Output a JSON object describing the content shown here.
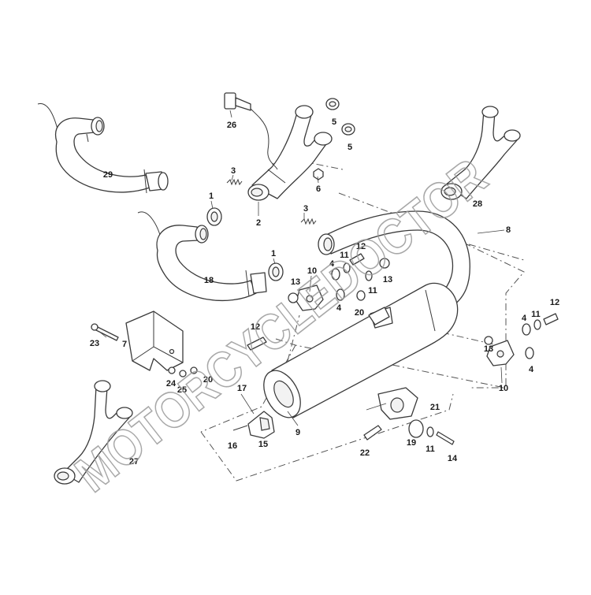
{
  "watermark": "MOTORCYCLEDOCTOR",
  "callouts": [
    "1",
    "1",
    "2",
    "3",
    "3",
    "4",
    "4",
    "4",
    "4",
    "5",
    "5",
    "6",
    "7",
    "8",
    "9",
    "10",
    "10",
    "11",
    "11",
    "11",
    "11",
    "12",
    "12",
    "12",
    "13",
    "13",
    "13",
    "14",
    "15",
    "16",
    "17",
    "18",
    "19",
    "20",
    "20",
    "21",
    "22",
    "23",
    "24",
    "25",
    "26",
    "27",
    "28",
    "29"
  ],
  "colors": {
    "line": "#3a3a3a",
    "watermark": "#9a9a9a",
    "background": "#ffffff"
  }
}
